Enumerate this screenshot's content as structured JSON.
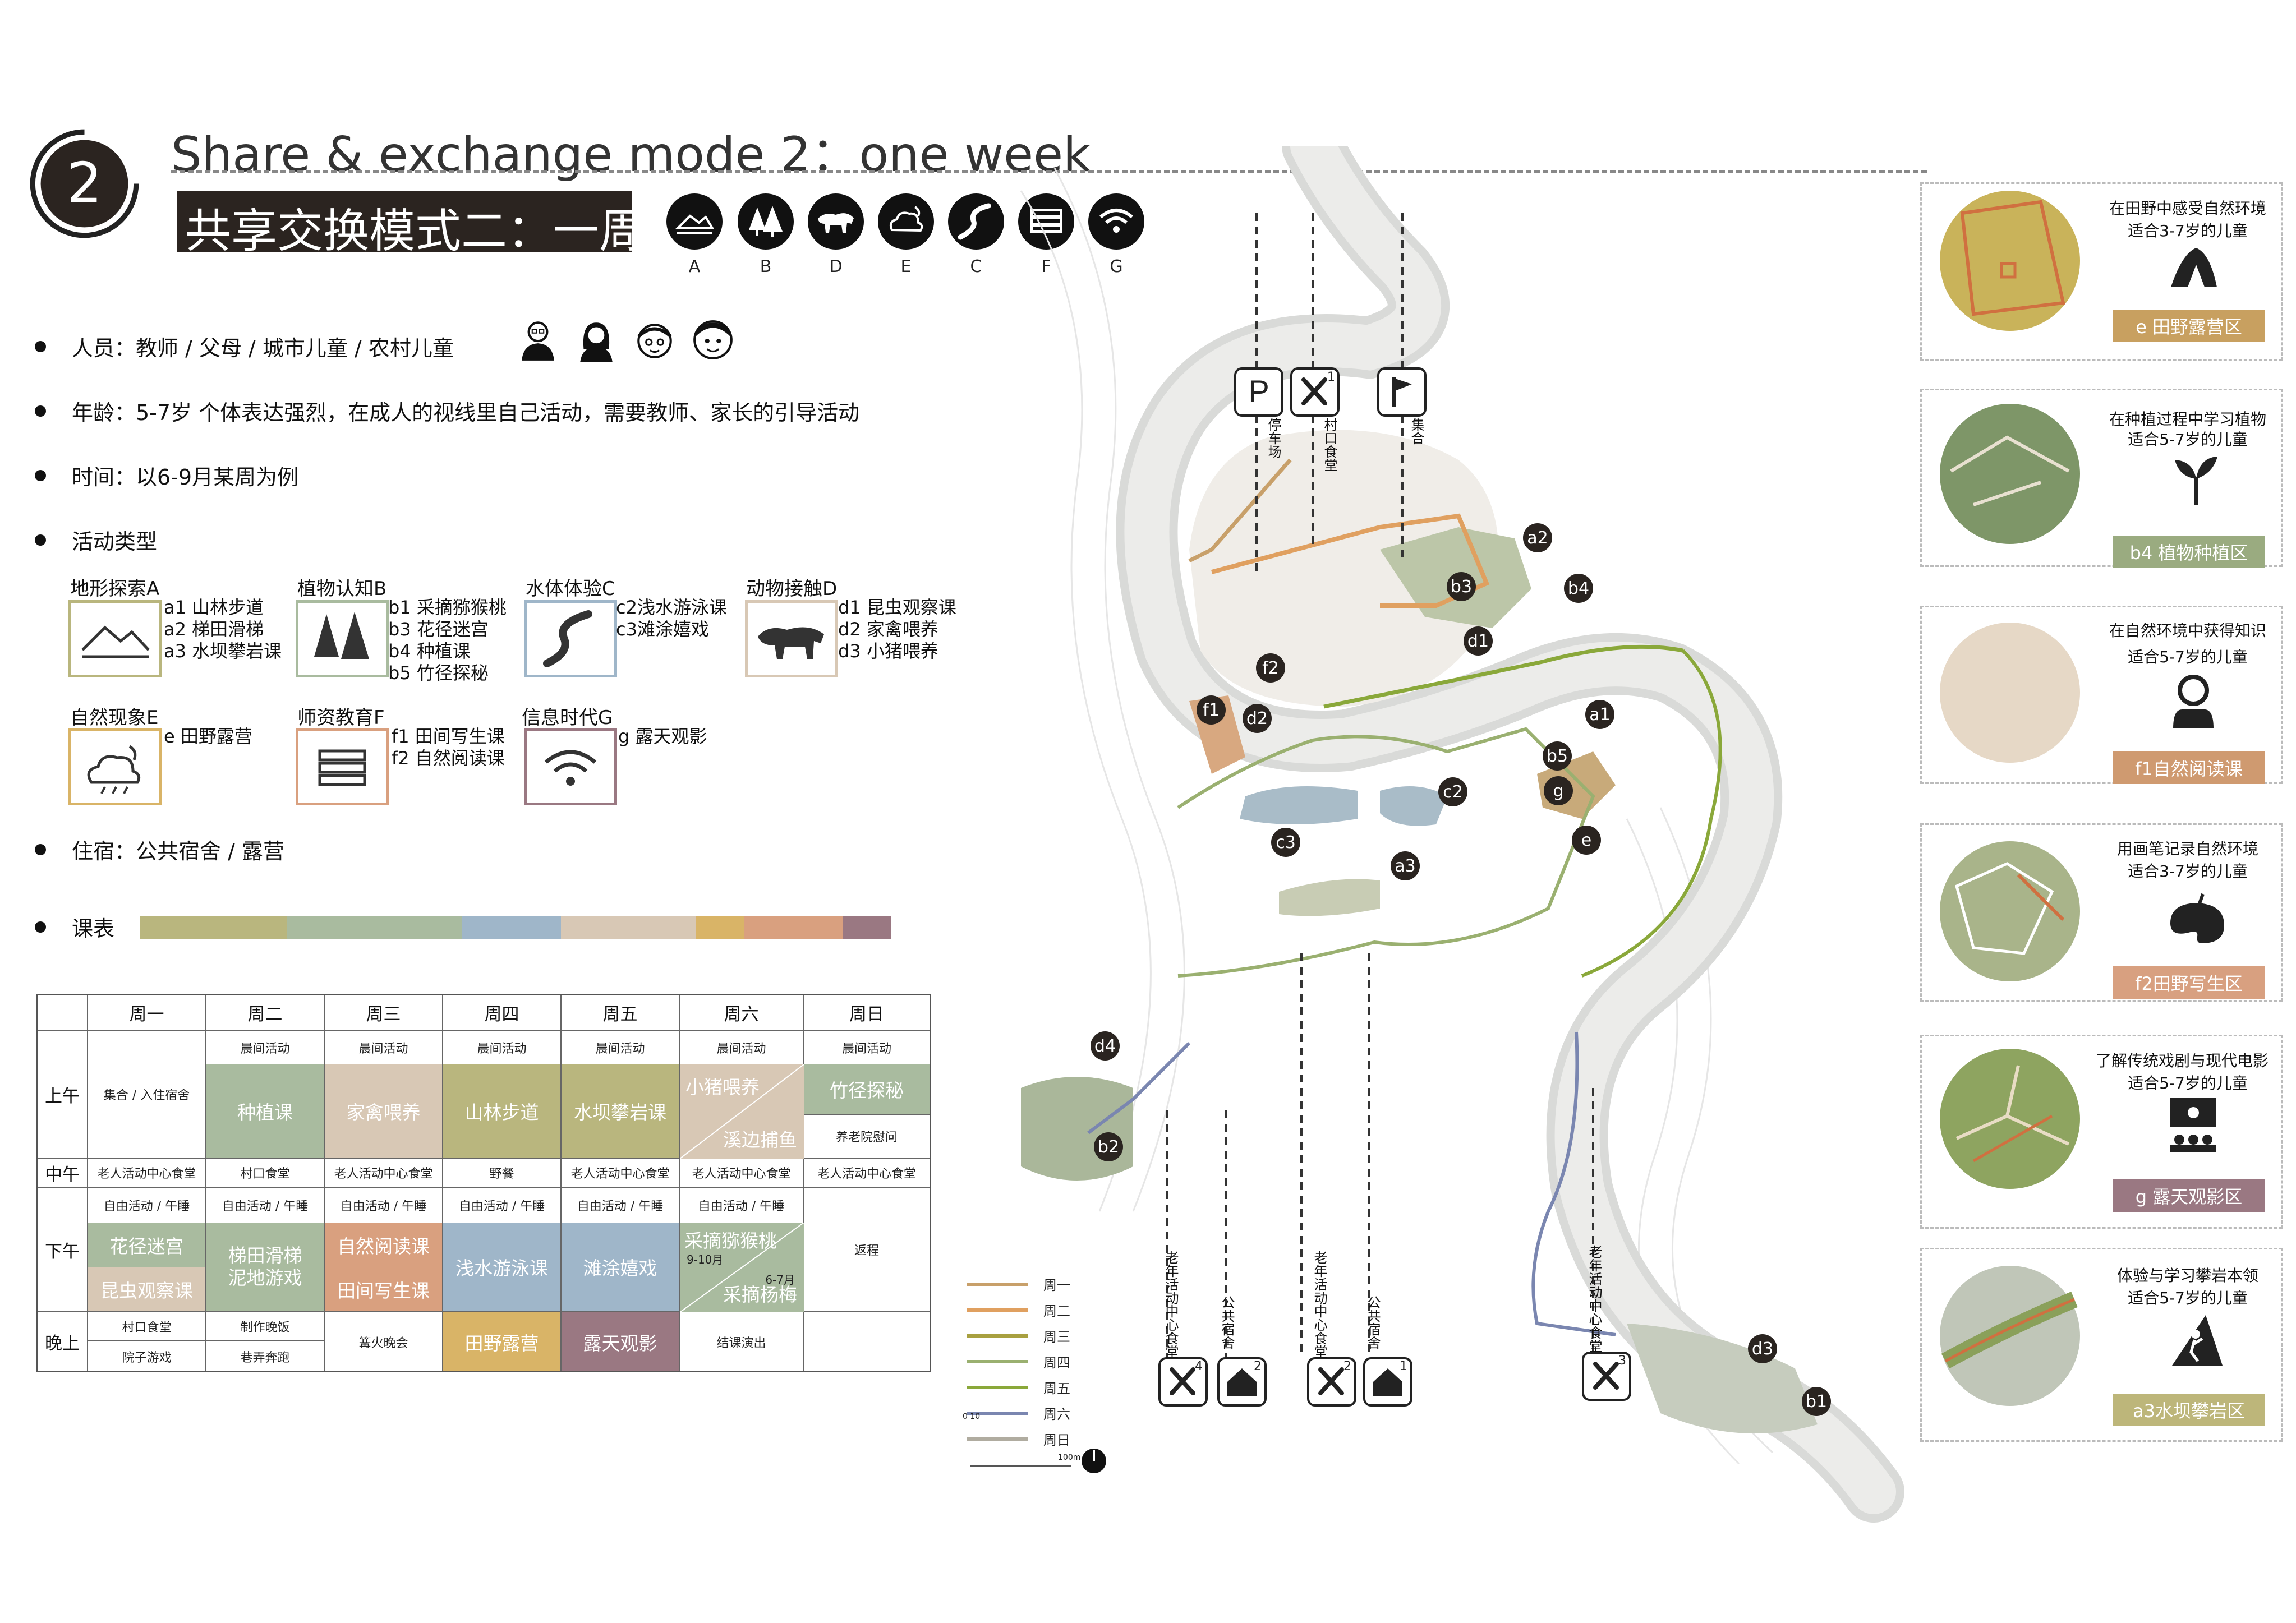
{
  "header": {
    "number": "2",
    "title_en": "Share & exchange mode 2：one week",
    "title_cn": "共享交换模式二：一周",
    "category_icons": [
      {
        "icon": "terrain-icon",
        "letter": "A"
      },
      {
        "icon": "trees-icon",
        "letter": "B"
      },
      {
        "icon": "bull-icon",
        "letter": "D"
      },
      {
        "icon": "cloud-moon-icon",
        "letter": "E"
      },
      {
        "icon": "stream-icon",
        "letter": "C"
      },
      {
        "icon": "books-icon",
        "letter": "F"
      },
      {
        "icon": "wifi-icon",
        "letter": "G"
      }
    ]
  },
  "info": {
    "people": "人员：教师 / 父母 / 城市儿童 / 农村儿童",
    "age": "年龄：5-7岁 个体表达强烈，在成人的视线里自己活动，需要教师、家长的引导活动",
    "time": "时间：以6-9月某周为例",
    "activity_types": "活动类型",
    "accommodation": "住宿：公共宿舍 / 露营",
    "schedule": "课表"
  },
  "activities": [
    {
      "title": "地形探索A",
      "icon": "terrain-icon",
      "color": "#b9b67e",
      "items": [
        "a1  山林步道",
        "a2  梯田滑梯",
        "a3  水坝攀岩课"
      ]
    },
    {
      "title": "植物认知B",
      "icon": "trees-icon",
      "color": "#a9bb9f",
      "items": [
        "b1  采摘猕猴桃",
        "b3  花径迷宫",
        "b4  种植课",
        "b5  竹径探秘"
      ]
    },
    {
      "title": "水体体验C",
      "icon": "stream-icon",
      "color": "#9fb6c9",
      "items": [
        "c2浅水游泳课",
        "c3滩涂嬉戏"
      ]
    },
    {
      "title": "动物接触D",
      "icon": "bull-icon",
      "color": "#d8c8b5",
      "items": [
        "d1  昆虫观察课",
        "d2  家禽喂养",
        "d3  小猪喂养"
      ]
    },
    {
      "title": "自然现象E",
      "icon": "cloud-moon-icon",
      "color": "#d9b467",
      "items": [
        "e    田野露营"
      ]
    },
    {
      "title": "师资教育F",
      "icon": "books-icon",
      "color": "#d9a07f",
      "items": [
        "f1  田间写生课",
        "f2  自然阅读课"
      ]
    },
    {
      "title": "信息时代G",
      "icon": "wifi-icon",
      "color": "#9a7882",
      "items": [
        "g    露天观影"
      ]
    }
  ],
  "schedule_bar_colors": [
    "#b9b67e",
    "#a9bb9f",
    "#9fb6c9",
    "#d8c8b5",
    "#d9b467",
    "#d9a07f",
    "#9a7882"
  ],
  "timetable": {
    "days": [
      "周一",
      "周二",
      "周三",
      "周四",
      "周五",
      "周六",
      "周日"
    ],
    "periods": [
      "上午",
      "中午",
      "下午",
      "晚上"
    ],
    "morning_header": "晨间活动",
    "mon_morning": "集合 / 入住宿舍",
    "morning_classes": [
      "种植课",
      "家禽喂养",
      "山林步道",
      "水坝攀岩课"
    ],
    "sat_morning_top": "小猪喂养",
    "sat_morning_bottom": "溪边捕鱼",
    "sun_morning": "竹径探秘",
    "sun_morning_sub": "养老院慰问",
    "noon": [
      "老人活动中心食堂",
      "村口食堂",
      "老人活动中心食堂",
      "野餐",
      "老人活动中心食堂",
      "老人活动中心食堂",
      "老人活动中心食堂"
    ],
    "afternoon_header": "自由活动 / 午睡",
    "mon_afternoon_top": "花径迷宫",
    "mon_afternoon_bottom": "昆虫观察课",
    "tue_afternoon": "梯田滑梯\n泥地游戏",
    "wed_afternoon_top": "自然阅读课",
    "wed_afternoon_bottom": "田间写生课",
    "thu_afternoon": "浅水游泳课",
    "fri_afternoon": "滩涂嬉戏",
    "sat_afternoon_top": "采摘猕猴桃",
    "sat_afternoon_top_note": "9-10月",
    "sat_afternoon_bottom": "采摘杨梅",
    "sat_afternoon_bottom_note": "6-7月",
    "sun_afternoon": "返程",
    "evening_mon_top": "村口食堂",
    "evening_mon_bottom": "院子游戏",
    "evening_tue_top": "制作晚饭",
    "evening_tue_bottom": "巷弄奔跑",
    "evening_wed": "篝火晚会",
    "evening_thu": "田野露营",
    "evening_fri": "露天观影",
    "evening_sat": "结课演出"
  },
  "map": {
    "top_pins": [
      {
        "icon": "parking-icon",
        "label": "停车场"
      },
      {
        "icon": "dining-icon",
        "label": "村口食堂",
        "num": "1"
      },
      {
        "icon": "flag-icon",
        "label": "集合"
      }
    ],
    "bottom_pins": [
      {
        "icon": "dining-icon",
        "num": "4",
        "label": "老年活动中心食堂"
      },
      {
        "icon": "home-icon",
        "num": "2",
        "label": "公共宿舍"
      },
      {
        "icon": "dining-icon",
        "num": "2",
        "label": "老年活动中心食堂"
      },
      {
        "icon": "home-icon",
        "num": "1",
        "label": "公共宿舍"
      },
      {
        "icon": "dining-icon",
        "num": "3",
        "label": "老年活动中心食堂"
      }
    ],
    "markers": [
      "a2",
      "b3",
      "b4",
      "d1",
      "f2",
      "f1",
      "d2",
      "a1",
      "b5",
      "g",
      "c2",
      "e",
      "c3",
      "a3",
      "d4",
      "b2",
      "d3",
      "b1"
    ]
  },
  "legend": {
    "items": [
      {
        "label": "周一",
        "color": "#c8a06a"
      },
      {
        "label": "周二",
        "color": "#e0a060"
      },
      {
        "label": "周三",
        "color": "#a8a040"
      },
      {
        "label": "周四",
        "color": "#9ab070"
      },
      {
        "label": "周五",
        "color": "#8aa83a"
      },
      {
        "label": "周六",
        "color": "#7a86b0"
      },
      {
        "label": "周日",
        "color": "#b0aca0"
      }
    ],
    "scale_start": "0 10",
    "scale_end": "100m"
  },
  "cards": [
    {
      "line1": "在田野中感受自然环境",
      "line2": "适合3-7岁的儿童",
      "icon": "tent-icon",
      "tag": "e 田野露营区",
      "tag_color": "#c8a060",
      "circle_color": "#c9b35a"
    },
    {
      "line1": "在种植过程中学习植物",
      "line2": "适合5-7岁的儿童",
      "icon": "sprout-icon",
      "tag": "b4 植物种植区",
      "tag_color": "#9aab80",
      "circle_color": "#7e9668"
    },
    {
      "line1": "在自然环境中获得知识",
      "line2": "适合5-7岁的儿童",
      "icon": "reader-icon",
      "tag": "f1自然阅读课",
      "tag_color": "#cf9a70",
      "circle_color": "#e6d8c6"
    },
    {
      "line1": "用画笔记录自然环境",
      "line2": "适合3-7岁的儿童",
      "icon": "palette-icon",
      "tag": "f2田野写生区",
      "tag_color": "#d8a080",
      "circle_color": "#a9b48a"
    },
    {
      "line1": "了解传统戏剧与现代电影",
      "line2": "适合5-7岁的儿童",
      "icon": "screen-icon",
      "tag": "g 露天观影区",
      "tag_color": "#9a7882",
      "circle_color": "#8ea460"
    },
    {
      "line1": "体验与学习攀岩本领",
      "line2": "适合5-7岁的儿童",
      "icon": "climber-icon",
      "tag": "a3水坝攀岩区",
      "tag_color": "#bdb67a",
      "circle_color": "#c0c6b8"
    }
  ]
}
